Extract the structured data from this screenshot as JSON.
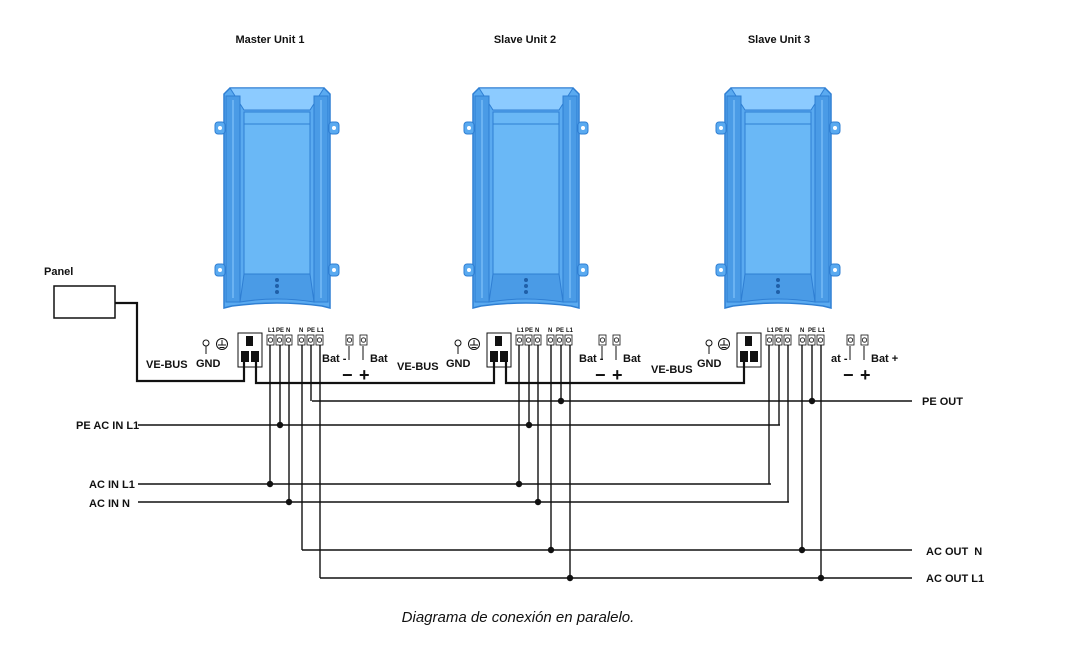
{
  "units": [
    {
      "title": "Master  Unit 1",
      "bat_neg": "Bat -",
      "bat_pos": "Bat"
    },
    {
      "title": "Slave Unit 2",
      "bat_neg": "Bat -",
      "bat_pos": "Bat"
    },
    {
      "title": "Slave Unit 3",
      "bat_neg": "at -",
      "bat_pos": "Bat +"
    }
  ],
  "labels": {
    "panel": "Panel",
    "vebus": "VE-BUS",
    "gnd": "GND",
    "minus": "−",
    "plus": "+",
    "term_in": [
      "L1",
      "PE",
      "N"
    ],
    "term_out": [
      "N",
      "PE",
      "L1"
    ]
  },
  "lines": {
    "pe_ac_in_l1": "PE AC IN L1",
    "ac_in_l1": "AC IN L1",
    "ac_in_n": "AC IN N",
    "pe_out": "PE OUT",
    "ac_out_n": "AC OUT  N",
    "ac_out_l1": "AC OUT L1"
  },
  "caption": "Diagrama de conexión en paralelo.",
  "colors": {
    "unit_body": "#5aaaf0",
    "unit_dark": "#2f7fd3",
    "unit_light": "#8ccbff"
  }
}
